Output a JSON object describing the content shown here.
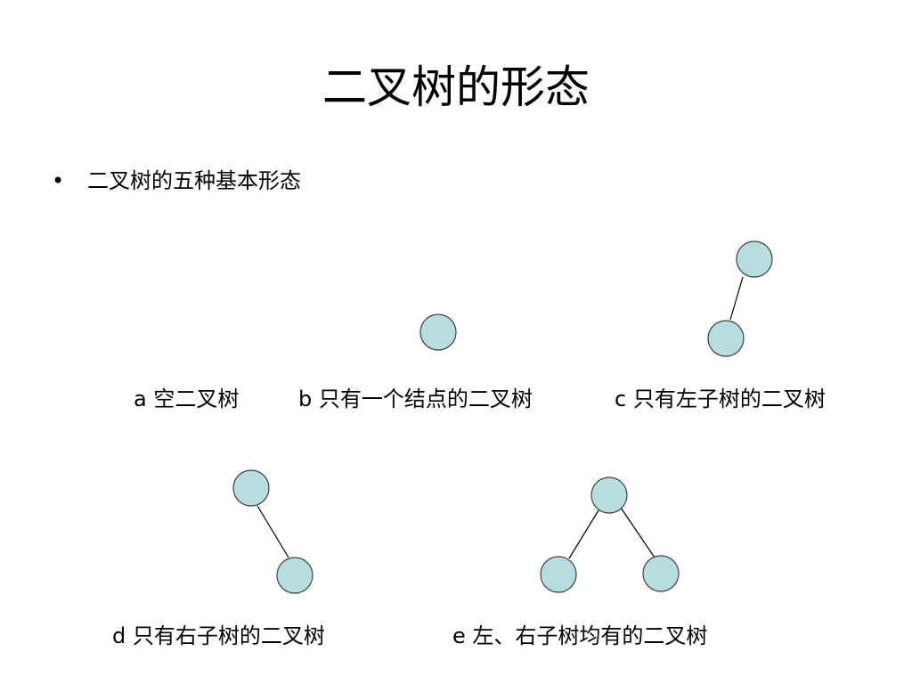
{
  "slide": {
    "title": "二叉树的形态",
    "bullet_symbol": "•",
    "bullet_text": "二叉树的五种基本形态"
  },
  "captions": {
    "a": "a 空二叉树",
    "b": "b 只有一个结点的二叉树",
    "c": "c 只有左子树的二叉树",
    "d": "d 只有右子树的二叉树",
    "e": "e 左、右子树均有的二叉树"
  },
  "colors": {
    "node_fill": "#b7dde0",
    "node_stroke": "#3f3f3f"
  }
}
